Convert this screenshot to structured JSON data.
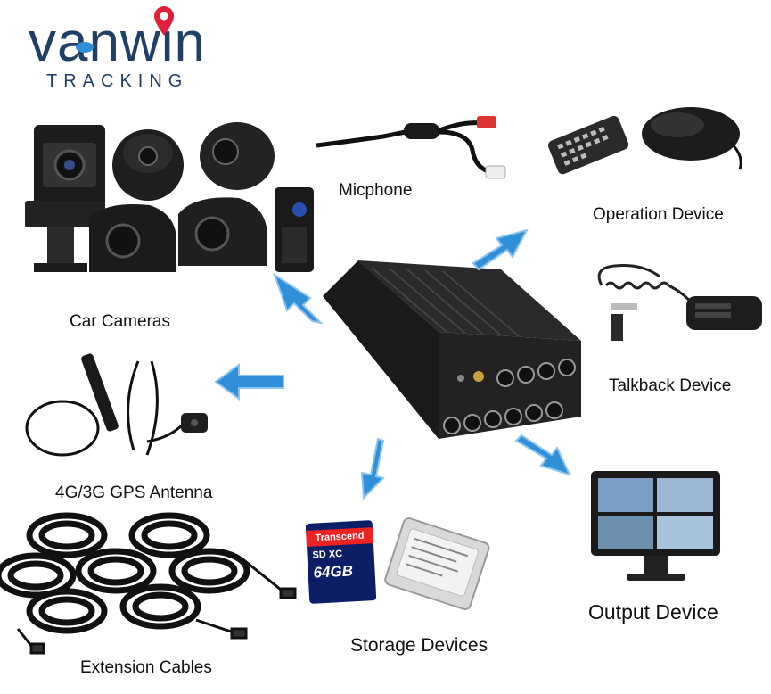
{
  "logo": {
    "wordmark": "vanwin",
    "tagline": "TRACKING",
    "accent_color": "#e0203a",
    "brand_color": "#1f3f66"
  },
  "center_device": {
    "icon": "mdvr-box-icon"
  },
  "components": [
    {
      "id": "microphone",
      "label": "Micphone",
      "icon": "microphone-icon"
    },
    {
      "id": "operation",
      "label": "Operation Device",
      "icon": "remote-mouse-icon"
    },
    {
      "id": "talkback",
      "label": "Talkback Device",
      "icon": "handheld-mic-icon"
    },
    {
      "id": "output",
      "label": "Output Device",
      "icon": "monitor-icon"
    },
    {
      "id": "storage",
      "label": "Storage Devices",
      "icon": "sd-card-hdd-icon"
    },
    {
      "id": "cables",
      "label": "Extension Cables",
      "icon": "cable-coil-icon"
    },
    {
      "id": "antenna",
      "label": "4G/3G GPS Antenna",
      "icon": "antenna-icon"
    },
    {
      "id": "cameras",
      "label": "Car Cameras",
      "icon": "car-camera-icon"
    }
  ],
  "sd_card": {
    "brand": "Transcend",
    "capacity": "64GB",
    "type": "SD XC"
  },
  "arrow_color": "#2f8fd8"
}
